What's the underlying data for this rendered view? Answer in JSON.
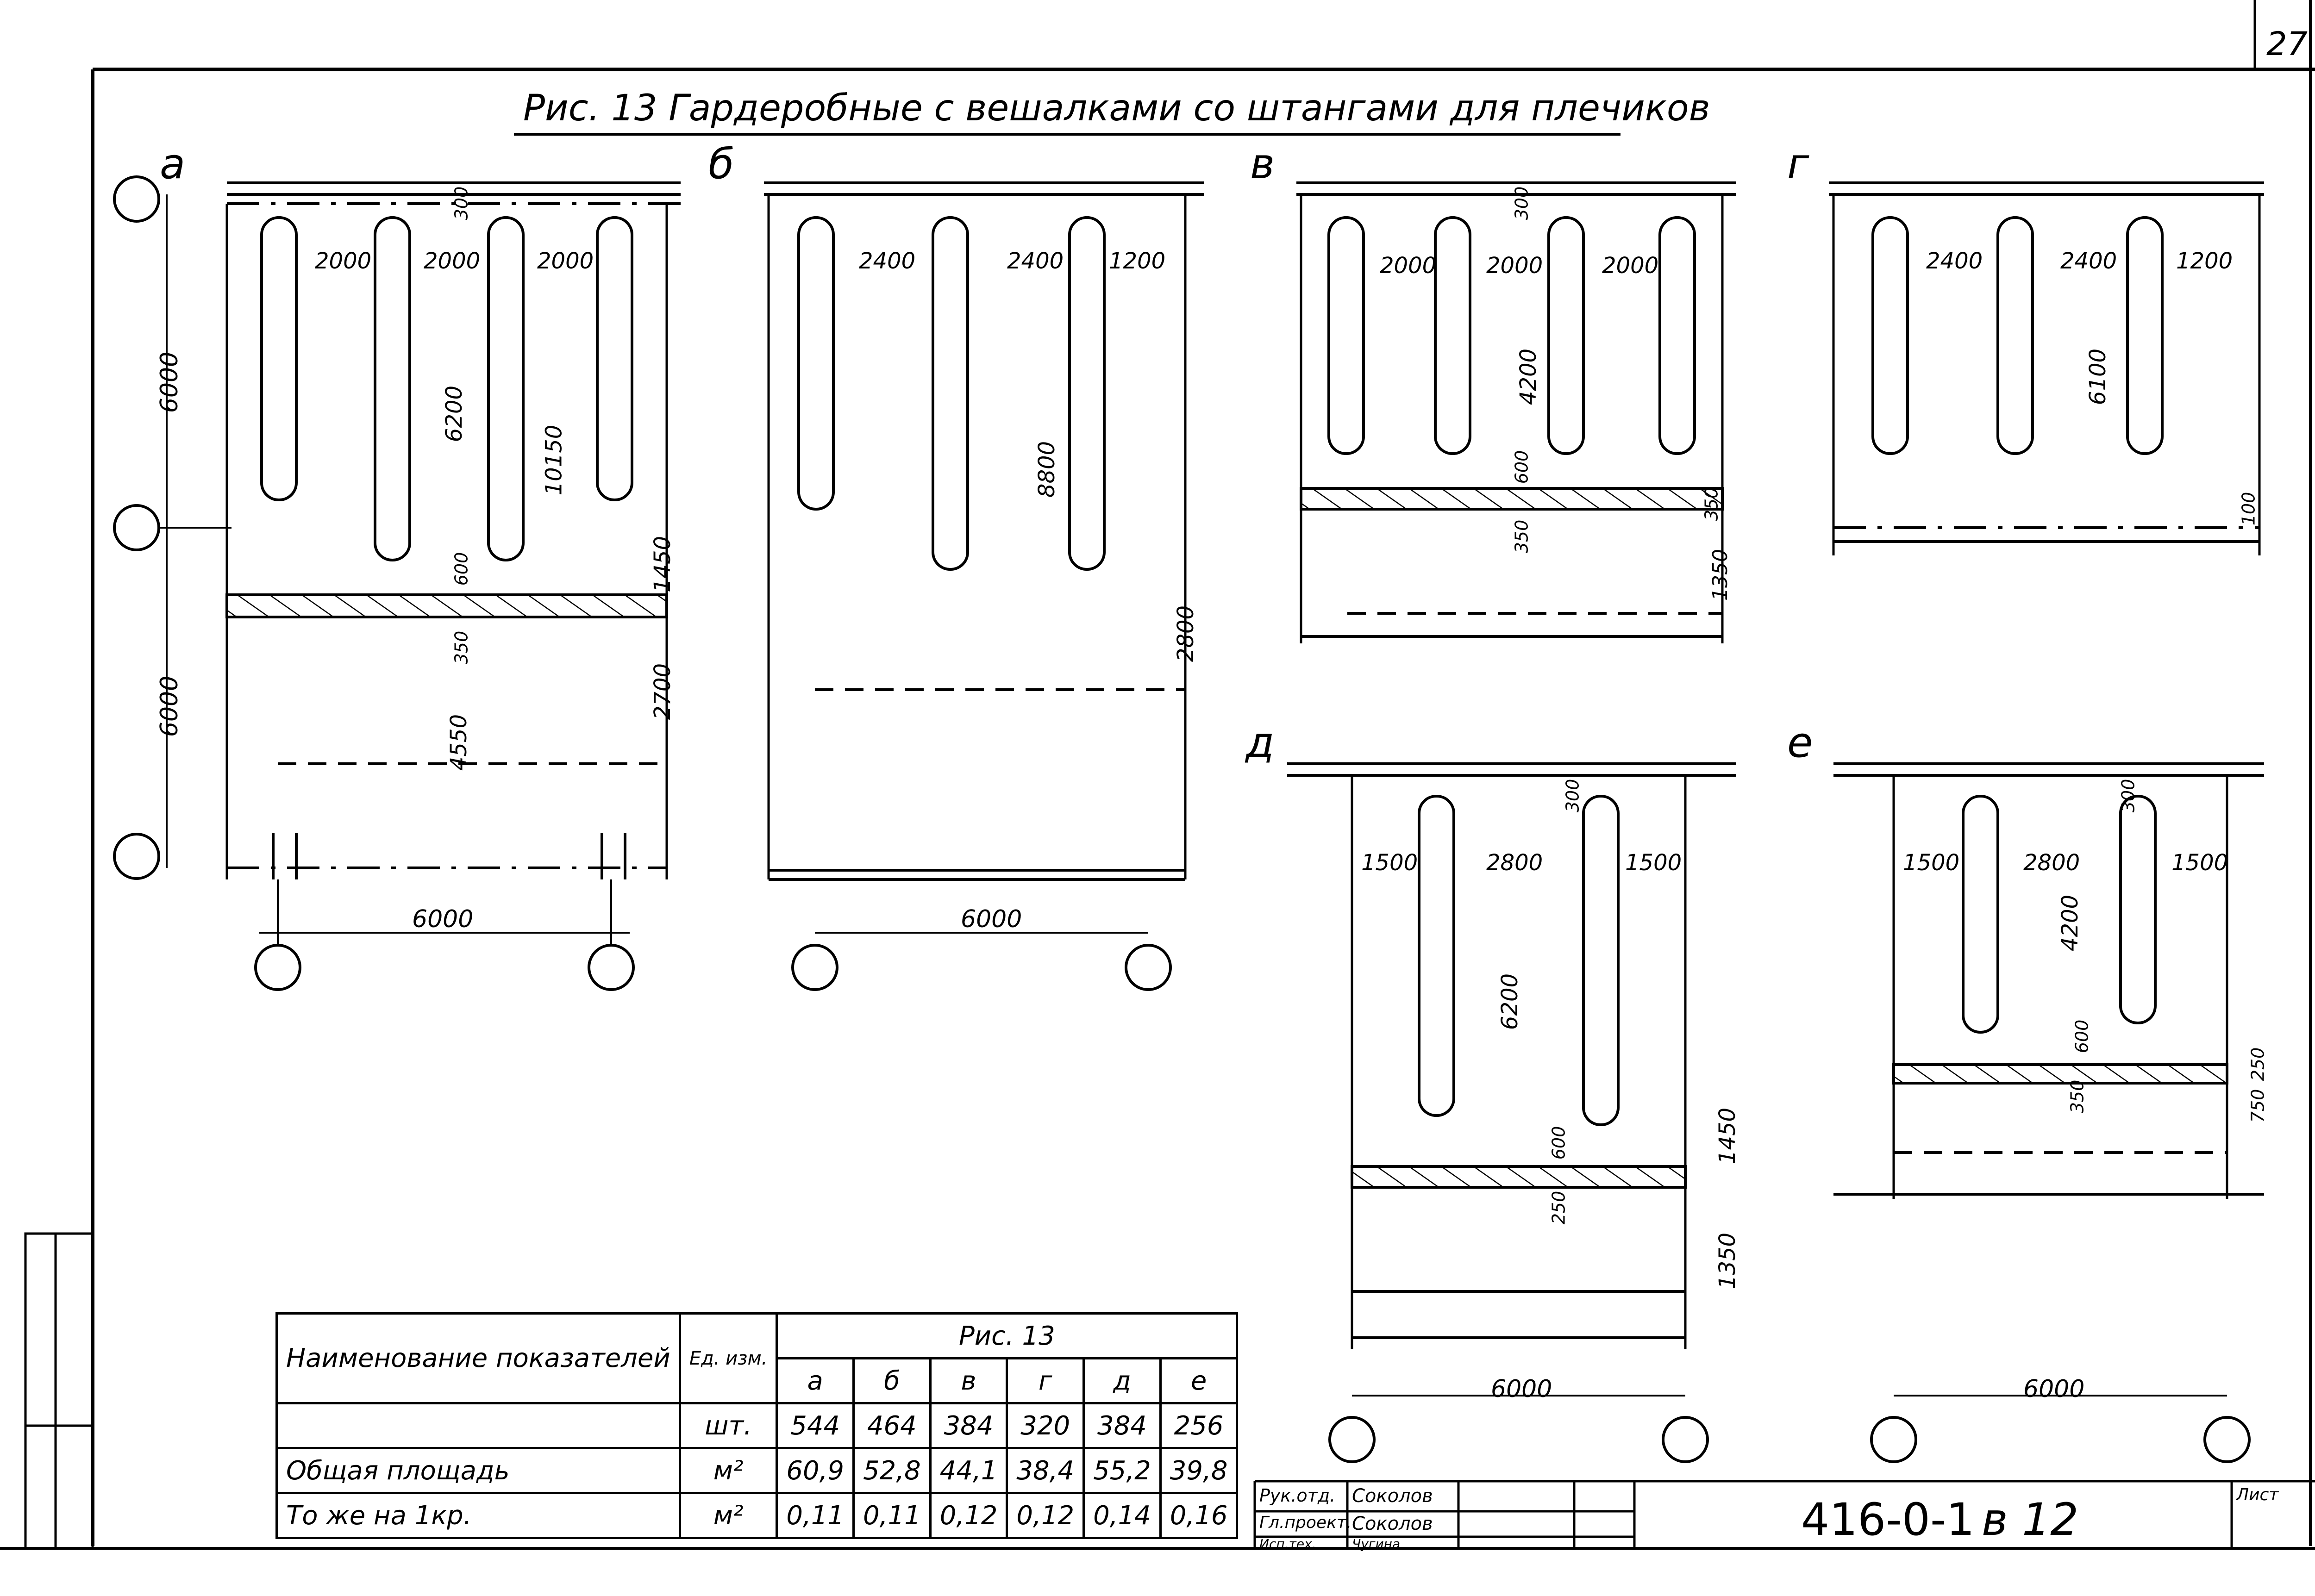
{
  "page_number": "27",
  "figure_title": "Рис. 13  Гардеробные с вешалками со штангами для плечиков",
  "variants": [
    {
      "letter": "а",
      "dims": [
        "2000",
        "2000",
        "2000",
        "300",
        "6200",
        "10150",
        "1450",
        "600",
        "350",
        "4550",
        "2700",
        "6000",
        "6000",
        "6000"
      ]
    },
    {
      "letter": "б",
      "dims": [
        "2400",
        "2400",
        "1200",
        "8800",
        "2800",
        "6000"
      ]
    },
    {
      "letter": "в",
      "dims": [
        "2000",
        "2000",
        "2000",
        "300",
        "4200",
        "600",
        "350",
        "350",
        "1350"
      ]
    },
    {
      "letter": "г",
      "dims": [
        "2400",
        "2400",
        "1200",
        "6100",
        "100"
      ]
    },
    {
      "letter": "д",
      "dims": [
        "1500",
        "2800",
        "1500",
        "300",
        "6200",
        "600",
        "250",
        "1450",
        "1350",
        "6000"
      ]
    },
    {
      "letter": "е",
      "dims": [
        "1500",
        "2800",
        "1500",
        "300",
        "4200",
        "600",
        "350",
        "750",
        "250",
        "6000"
      ]
    }
  ],
  "table": {
    "header_name": "Наименование показателей",
    "header_unit": "Ед. изм.",
    "header_group": "Рис. 13",
    "columns": [
      "а",
      "б",
      "в",
      "г",
      "д",
      "е"
    ],
    "rows": [
      {
        "name": "",
        "unit": "шт.",
        "values": [
          "544",
          "464",
          "384",
          "320",
          "384",
          "256"
        ]
      },
      {
        "name": "Общая   площадь",
        "unit": "м²",
        "values": [
          "60,9",
          "52,8",
          "44,1",
          "38,4",
          "55,2",
          "39,8"
        ]
      },
      {
        "name": "То же  на   1кр.",
        "unit": "м²",
        "values": [
          "0,11",
          "0,11",
          "0,12",
          "0,12",
          "0,14",
          "0,16"
        ]
      }
    ]
  },
  "title_block": {
    "rows": [
      {
        "role": "Рук.отд.",
        "name": "Соколов"
      },
      {
        "role": "Гл.проект.",
        "name": "Соколов"
      },
      {
        "role": "Исп.тех.",
        "name": "Чугина"
      }
    ],
    "code": "416-0-1",
    "issue": "в 12",
    "sheet_label": "Лист"
  }
}
